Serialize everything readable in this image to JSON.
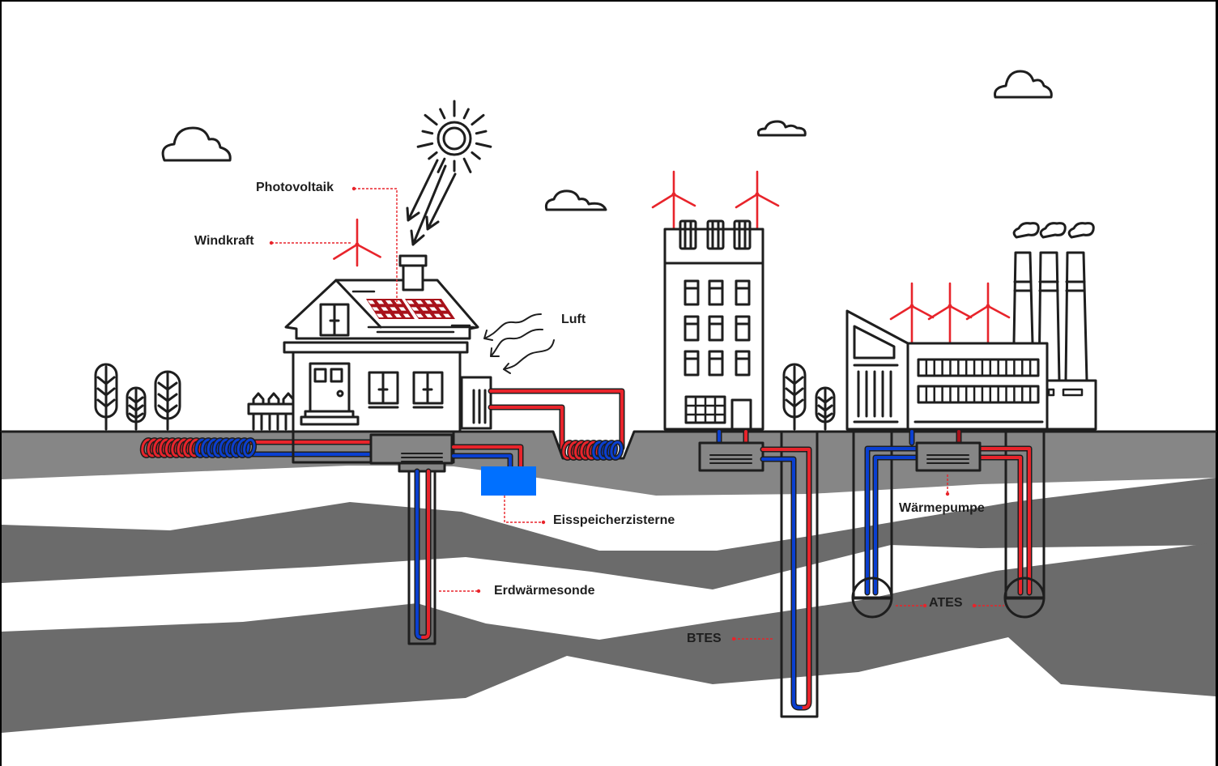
{
  "diagram": {
    "title": "",
    "colors": {
      "background": "#ffffff",
      "frame": "#000000",
      "outline": "#1e1e1e",
      "accent_red": "#e8242b",
      "solar_panel": "#a8111a",
      "pipe_blue": "#0a3fd0",
      "ice_tank": "#0070ff",
      "soil_top": "#868686",
      "soil_layer": "#6b6b6b"
    },
    "labels": {
      "photovoltaik": "Photovoltaik",
      "windkraft": "Windkraft",
      "luft": "Luft",
      "eisspeicherzisterne": "Eisspeicherzisterne",
      "erdwaermesonde": "Erdwärmesonde",
      "btes": "BTES",
      "waermepumpe": "Wärmepumpe",
      "ates": "ATES"
    },
    "scenes": [
      {
        "id": "house",
        "elements": [
          "wind-turbine",
          "solar-panels",
          "chimney",
          "air-heat-exchanger",
          "ground-collector",
          "heat-pump",
          "borehole-probe",
          "ice-storage-cistern"
        ]
      },
      {
        "id": "apartment-building",
        "elements": [
          "wind-turbine",
          "wind-turbine",
          "heat-pump",
          "btes-borehole"
        ]
      },
      {
        "id": "factory",
        "elements": [
          "wind-turbine",
          "wind-turbine",
          "wind-turbine",
          "smokestack",
          "smokestack",
          "smokestack",
          "heat-pump",
          "ates-well-cold",
          "ates-well-warm"
        ]
      }
    ],
    "icons": [
      "sun-icon",
      "cloud-icon",
      "cloud-icon",
      "cloud-icon",
      "cloud-icon",
      "tree-icon",
      "tree-icon",
      "tree-icon",
      "tree-icon",
      "tree-icon",
      "fence-icon",
      "smoke-icon"
    ]
  }
}
